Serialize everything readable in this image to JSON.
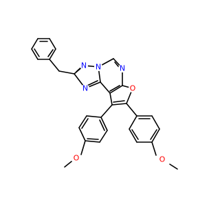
{
  "structure": {
    "colors": {
      "bond": "#000000",
      "nitrogen": "#0000ff",
      "oxygen": "#ff0000",
      "background": "#ffffff"
    },
    "atom_labels": {
      "n_triazole_top_left": "N",
      "n_triazole_top_right": "N",
      "n_triazole_bottom": "N",
      "n_pyrimidine": "N",
      "o_furan": "O",
      "o_methoxy_left": "O",
      "o_methoxy_right": "O"
    }
  }
}
